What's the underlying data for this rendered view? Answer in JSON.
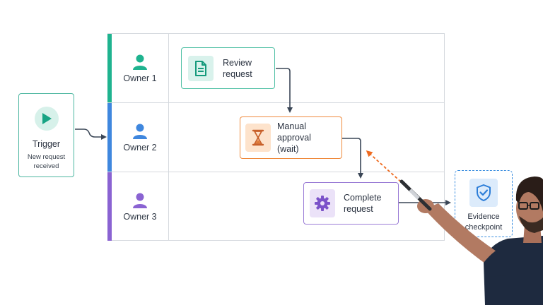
{
  "colors": {
    "owner1": "#1fb38f",
    "owner2": "#3f87de",
    "owner3": "#8a63d2",
    "orange": "#ef8a3c",
    "connector": "#3a4656",
    "grid": "#d5d9de"
  },
  "trigger": {
    "title": "Trigger",
    "subtitle_line1": "New request",
    "subtitle_line2": "received",
    "icon": "play-icon"
  },
  "lanes": [
    {
      "label": "Owner 1",
      "icon": "person-icon"
    },
    {
      "label": "Owner 2",
      "icon": "person-icon"
    },
    {
      "label": "Owner 3",
      "icon": "person-icon"
    }
  ],
  "steps": {
    "review": {
      "line1": "Review",
      "line2": "request",
      "icon": "document-icon"
    },
    "approval": {
      "line1": "Manual approval",
      "line2": "(wait)",
      "icon": "hourglass-icon"
    },
    "complete": {
      "line1": "Complete",
      "line2": "request",
      "icon": "gear-icon"
    }
  },
  "evidence": {
    "line1": "Evidence",
    "line2": "checkpoint",
    "icon": "shield-check-icon"
  }
}
